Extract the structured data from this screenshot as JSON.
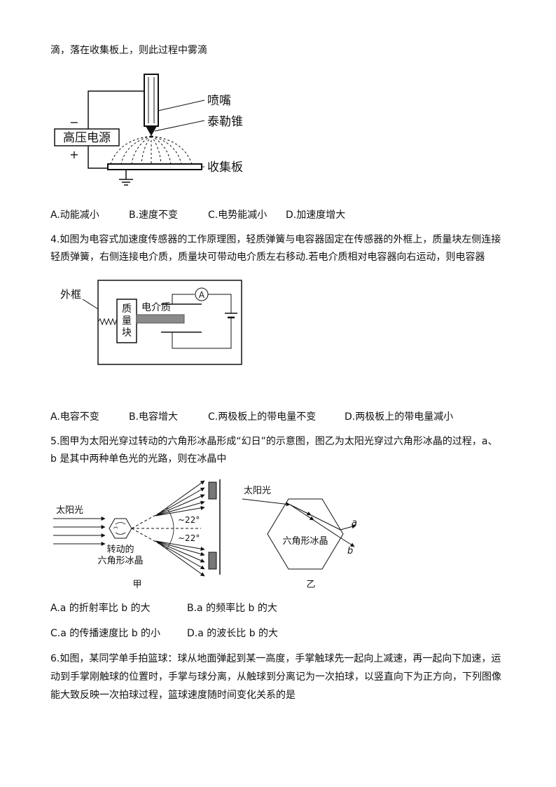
{
  "q3": {
    "stem_tail": "滴，落在收集板上，则此过程中雾滴",
    "figure": {
      "nozzle_label": "喷嘴",
      "cone_label": "泰勒锥",
      "power_label": "高压电源",
      "minus": "−",
      "plus": "+",
      "plate_label": "收集板"
    },
    "options": [
      "A.动能减小",
      "B.速度不变",
      "C.电势能减小",
      "D.加速度增大"
    ]
  },
  "q4": {
    "stem_line1": "4.如图为电容式加速度传感器的工作原理图，轻质弹簧与电容器固定在传感器的外框上，质量块左侧连接",
    "stem_line2": "轻质弹簧，右侧连接电介质，质量块可带动电介质左右移动.若电介质相对电容器向右运动，则电容器",
    "figure": {
      "frame_label": "外框",
      "mass_label_1": "质",
      "mass_label_2": "量",
      "mass_label_3": "块",
      "dielectric_label": "电介质",
      "ammeter_label": "A"
    },
    "options": [
      "A.电容不变",
      "B.电容增大",
      "C.两极板上的带电量不变",
      "D.两极板上的带电量减小"
    ]
  },
  "q5": {
    "stem_line1": "5.图甲为太阳光穿过转动的六角形冰晶形成“幻日”的示意图，图乙为太阳光穿过六角形冰晶的过程，a、",
    "stem_line2": "b 是其中两种单色光的光路，则在冰晶中",
    "figure_a": {
      "sunlight": "太阳光",
      "angle_top": "~22°",
      "angle_bottom": "~22°",
      "crystal_line1": "转动的",
      "crystal_line2": "六角形冰晶",
      "caption": "甲"
    },
    "figure_b": {
      "sunlight": "太阳光",
      "crystal": "六角形冰晶",
      "ray_a": "a",
      "ray_b": "b",
      "caption": "乙"
    },
    "options": [
      "A.a 的折射率比 b 的大",
      "B.a 的频率比 b 的大",
      "C.a 的传播速度比 b 的小",
      "D.a 的波长比 b 的大"
    ]
  },
  "q6": {
    "stem_line1": "6.如图，某同学单手拍篮球：球从地面弹起到某一高度，手掌触球先一起向上减速，再一起向下加速，运",
    "stem_line2": "动到手掌刚触球的位置时，手掌与球分离，从触球到分离记为一次拍球，以竖直向下为正方向，下列图像",
    "stem_line3": "能大致反映一次拍球过程，篮球速度随时间变化关系的是"
  }
}
